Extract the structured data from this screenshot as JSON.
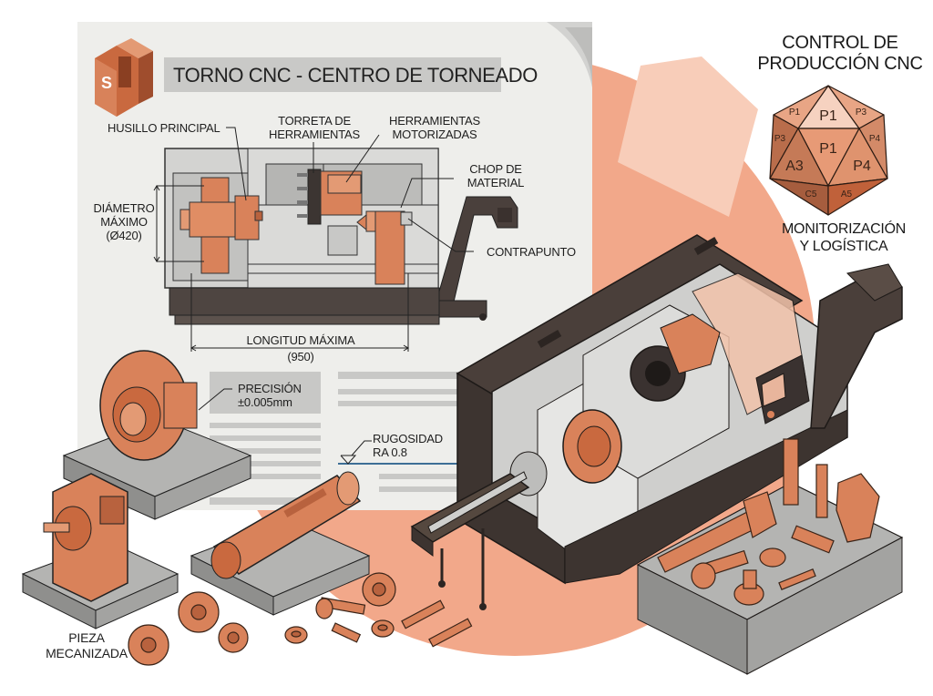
{
  "header": {
    "logo_letter": "S",
    "title": "TORNO CNC - CENTRO DE TORNEADO"
  },
  "schematic": {
    "callouts": {
      "spindle": "HUSILLO PRINCIPAL",
      "turret_line1": "TORRETA DE",
      "turret_line2": "HERRAMIENTAS",
      "live_tools_line1": "HERRAMIENTAS",
      "live_tools_line2": "MOTORIZADAS",
      "chip_line1": "CHOP DE",
      "chip_line2": "MATERIAL",
      "tailstock": "CONTRAPUNTO",
      "diameter_line1": "DIÁMETRO",
      "diameter_line2": "MÁXIMO",
      "diameter_value": "(Ø420)",
      "length_label": "LONGITUD MÁXIMA",
      "length_value": "(950)"
    }
  },
  "specs": {
    "precision_label": "PRECISIÓN",
    "precision_value": "±0.005mm",
    "roughness_label": "RUGOSIDAD",
    "roughness_value": "RA 0.8"
  },
  "parts": {
    "label_line1": "PIEZA",
    "label_line2": "MECANIZADA"
  },
  "production": {
    "title_line1": "CONTROL DE",
    "title_line2": "PRODUCCIÓN CNC",
    "faces": {
      "top_left": "P1",
      "top_center": "P1",
      "top_right": "P3",
      "mid_left": "P3",
      "center": "P1",
      "mid_right": "P4",
      "lower_left": "A3",
      "lower_right": "P4",
      "bottom_left": "C5",
      "bottom_right": "A5"
    },
    "caption_line1": "MONITORIZACIÓN",
    "caption_line2": "Y LOGÍSTICA"
  },
  "colors": {
    "copper": "#d9825a",
    "copper_dark": "#b8623e",
    "salmon_bg": "#f2a88a",
    "paper": "#eeeeeb",
    "machine_grey": "#cfcfcd",
    "machine_dark": "#4a3f3a"
  }
}
